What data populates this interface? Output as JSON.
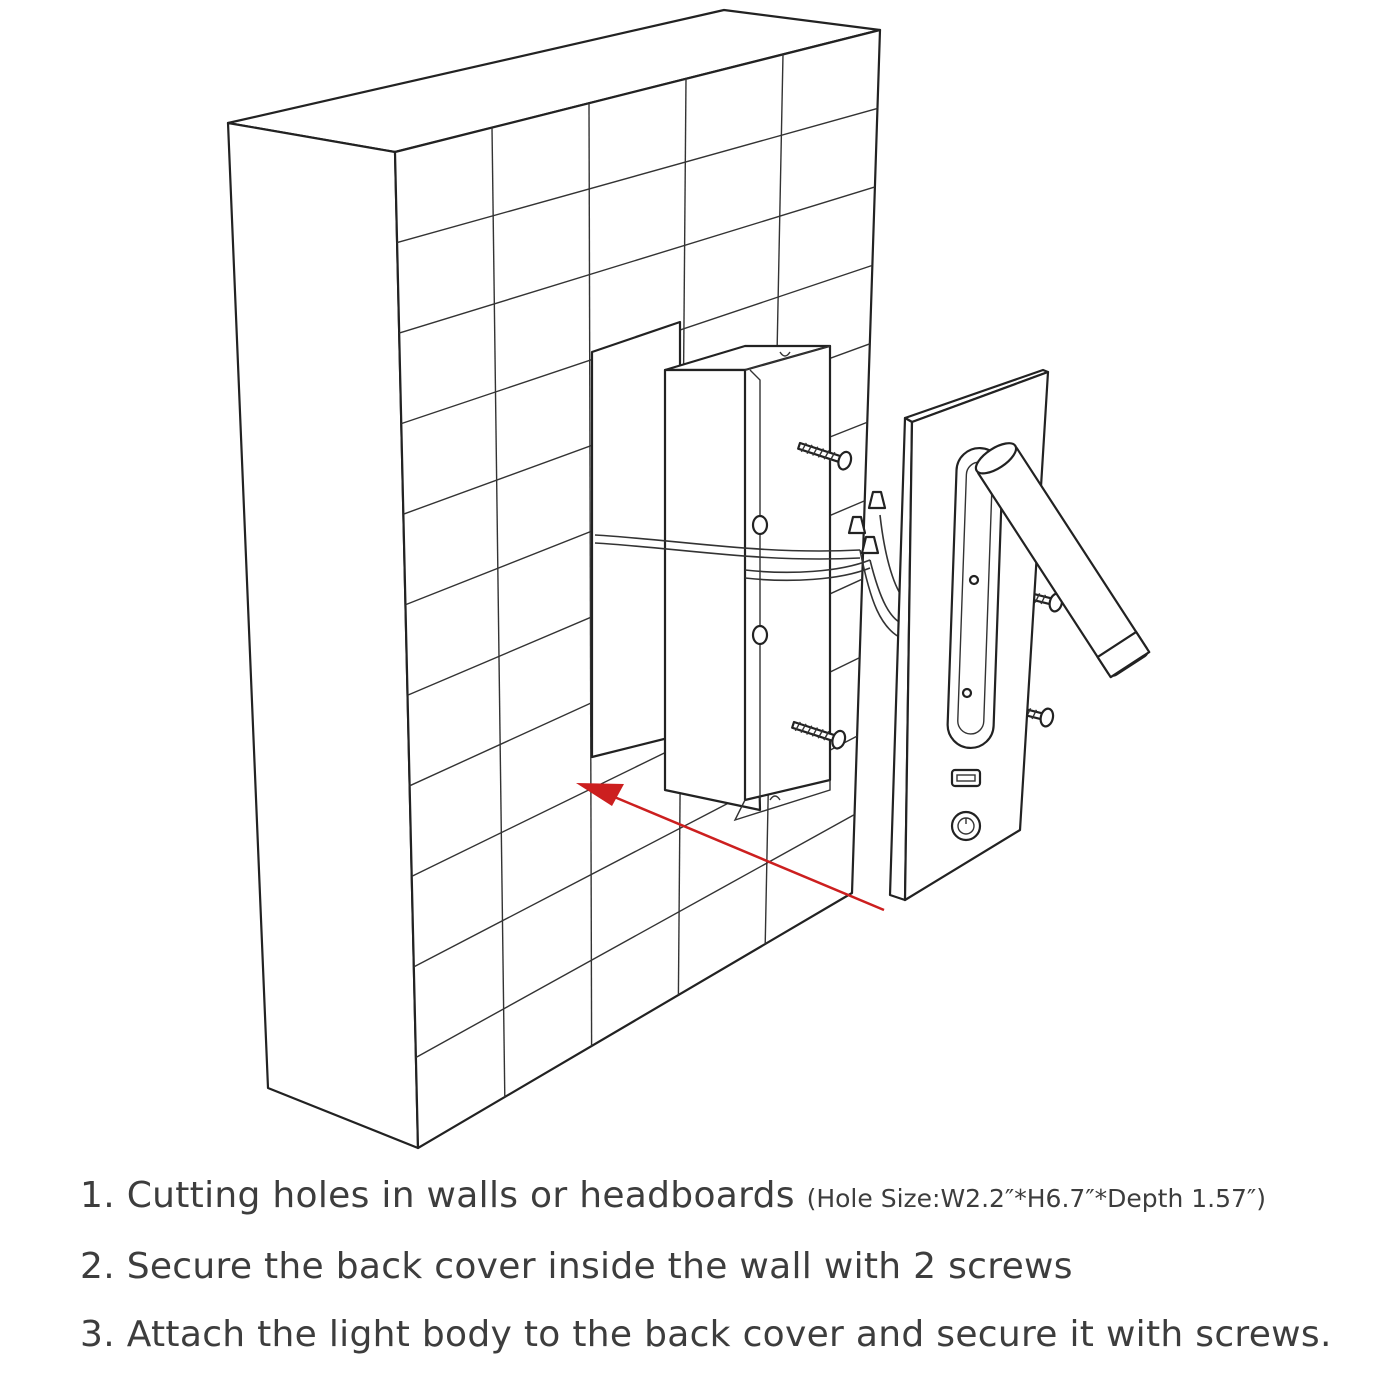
{
  "colors": {
    "arrow": "#cc1f1f",
    "stroke": "#222222",
    "text": "#3d3d3d"
  },
  "steps": [
    {
      "number": "1.",
      "text": "Cutting holes in walls or headboards",
      "note": "(Hole Size:W2.2″*H6.7″*Depth 1.57″)"
    },
    {
      "number": "2.",
      "text": "Secure the back cover inside the wall with 2 screws",
      "note": ""
    },
    {
      "number": "3.",
      "text": "Attach the light body to the back cover and secure it with screws.",
      "note": ""
    }
  ],
  "icons": [
    "wall-icon",
    "back-cover-box-icon",
    "light-body-icon",
    "screw-icon",
    "usb-port-icon",
    "switch-button-icon",
    "insert-arrow-icon"
  ]
}
